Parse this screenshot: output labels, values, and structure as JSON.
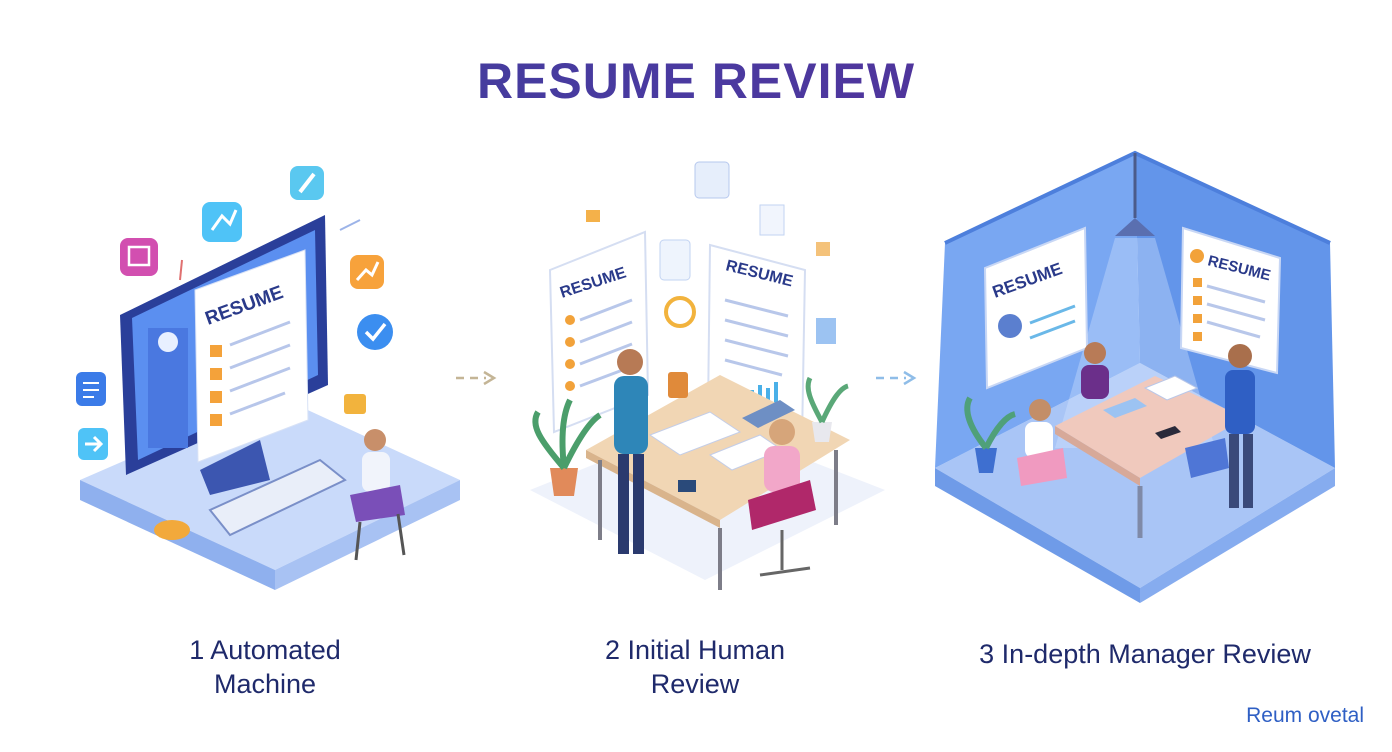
{
  "title": "RESUME REVIEW",
  "steps": [
    {
      "label_line1": "1 Automated",
      "label_line2": "Machine",
      "screen_heading": "RESUME"
    },
    {
      "label_line1": "2 Initial Human",
      "label_line2": "Review",
      "doc_left_heading": "RESUME",
      "doc_right_heading": "RESUME"
    },
    {
      "label": "3 In-depth Manager Review",
      "board_left_heading": "RESUME",
      "board_right_heading": "RESUME"
    }
  ],
  "footer_text": "Reum ovetal",
  "colors": {
    "title_start": "#3b3f9a",
    "title_end": "#5a2a94",
    "label": "#1f2a6b",
    "footer": "#2f5fc4",
    "room_blue": "#6e9ff0",
    "platform": "#b9cff7"
  }
}
